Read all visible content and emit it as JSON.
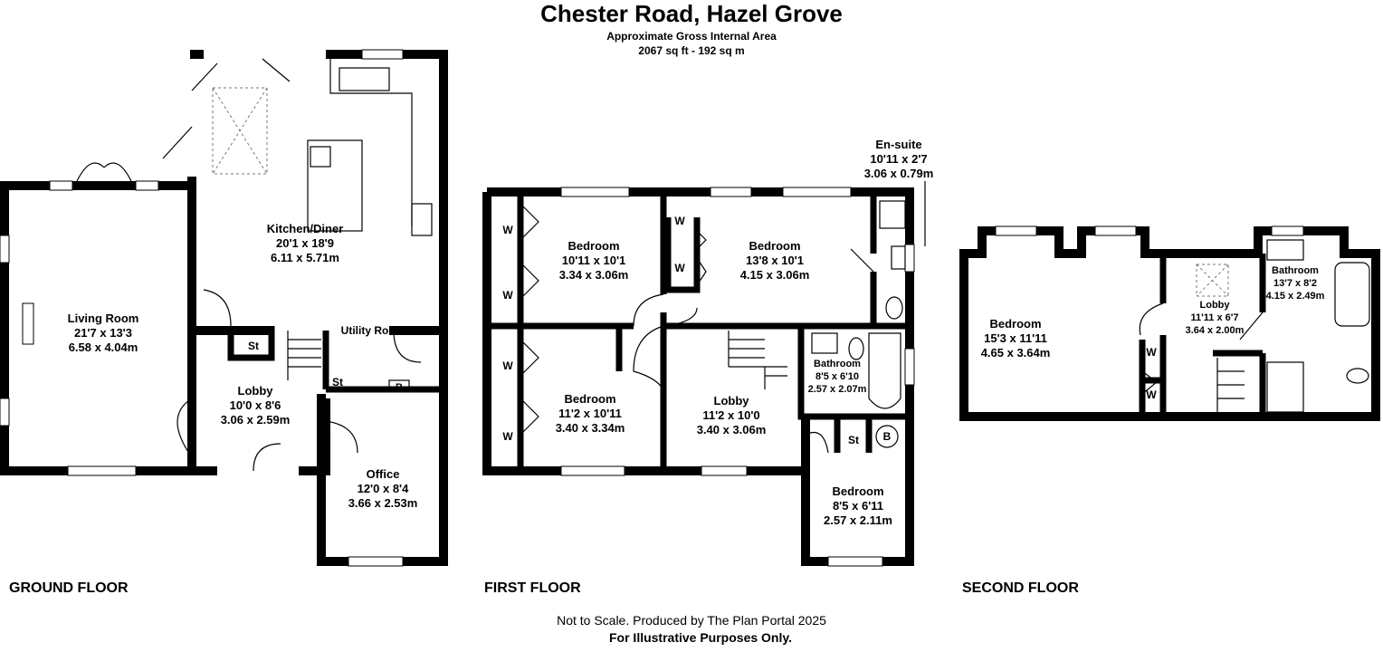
{
  "header": {
    "title": "Chester Road, Hazel Grove",
    "subtitle": "Approximate Gross Internal Area",
    "area": "2067 sq ft - 192 sq m"
  },
  "ground_floor": {
    "label": "GROUND FLOOR",
    "kitchen": {
      "name": "Kitchen/Diner",
      "imperial": "20'1 x 18'9",
      "metric": "6.11 x 5.71m"
    },
    "living": {
      "name": "Living Room",
      "imperial": "21'7 x 13'3",
      "metric": "6.58 x 4.04m"
    },
    "lobby": {
      "name": "Lobby",
      "imperial": "10'0 x 8'6",
      "metric": "3.06 x 2.59m"
    },
    "office": {
      "name": "Office",
      "imperial": "12'0 x 8'4",
      "metric": "3.66 x 2.53m"
    },
    "utility": {
      "name": "Utility Room"
    },
    "fixtures": {
      "st1": "St",
      "st2": "St",
      "b": "B"
    }
  },
  "first_floor": {
    "label": "FIRST FLOOR",
    "ensuite": {
      "name": "En-suite",
      "imperial": "10'11 x 2'7",
      "metric": "3.06 x 0.79m"
    },
    "bed1": {
      "name": "Bedroom",
      "imperial": "10'11 x 10'1",
      "metric": "3.34 x 3.06m"
    },
    "bed2": {
      "name": "Bedroom",
      "imperial": "13'8 x 10'1",
      "metric": "4.15 x 3.06m"
    },
    "bed3": {
      "name": "Bedroom",
      "imperial": "11'2 x 10'11",
      "metric": "3.40 x 3.34m"
    },
    "lobby": {
      "name": "Lobby",
      "imperial": "11'2 x 10'0",
      "metric": "3.40 x 3.06m"
    },
    "bathroom": {
      "name": "Bathroom",
      "imperial": "8'5 x 6'10",
      "metric": "2.57 x 2.07m"
    },
    "bed4": {
      "name": "Bedroom",
      "imperial": "8'5 x 6'11",
      "metric": "2.57 x 2.11m"
    },
    "fixtures": {
      "w1": "W",
      "w2": "W",
      "w3": "W",
      "w4": "W",
      "w5": "W",
      "w6": "W",
      "st": "St",
      "b": "B"
    }
  },
  "second_floor": {
    "label": "SECOND FLOOR",
    "bedroom": {
      "name": "Bedroom",
      "imperial": "15'3 x 11'11",
      "metric": "4.65 x 3.64m"
    },
    "lobby": {
      "name": "Lobby",
      "imperial": "11'11 x 6'7",
      "metric": "3.64 x 2.00m"
    },
    "bathroom": {
      "name": "Bathroom",
      "imperial": "13'7 x 8'2",
      "metric": "4.15 x 2.49m"
    },
    "fixtures": {
      "w1": "W",
      "w2": "W"
    }
  },
  "footer": {
    "line1": "Not to Scale. Produced by The Plan Portal 2025",
    "line2": "For Illustrative Purposes Only."
  }
}
